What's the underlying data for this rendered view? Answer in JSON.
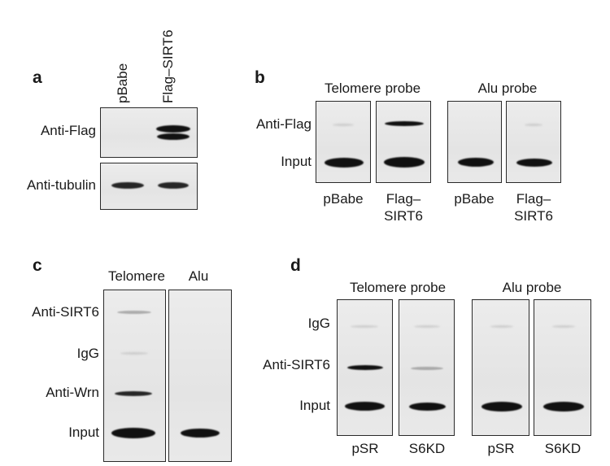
{
  "panel_a": {
    "letter": "a",
    "lanes": [
      "pBabe",
      "Flag–SIRT6"
    ],
    "rows": [
      "Anti-Flag",
      "Anti-tubulin"
    ]
  },
  "panel_b": {
    "letter": "b",
    "probes": [
      "Telomere probe",
      "Alu probe"
    ],
    "rows": [
      "Anti-Flag",
      "Input"
    ],
    "lanes": [
      {
        "line1": "pBabe",
        "line2": ""
      },
      {
        "line1": "Flag–",
        "line2": "SIRT6"
      },
      {
        "line1": "pBabe",
        "line2": ""
      },
      {
        "line1": "Flag–",
        "line2": "SIRT6"
      }
    ]
  },
  "panel_c": {
    "letter": "c",
    "columns": [
      "Telomere",
      "Alu"
    ],
    "rows": [
      "Anti-SIRT6",
      "IgG",
      "Anti-Wrn",
      "Input"
    ]
  },
  "panel_d": {
    "letter": "d",
    "probes": [
      "Telomere probe",
      "Alu probe"
    ],
    "rows": [
      "IgG",
      "Anti-SIRT6",
      "Input"
    ],
    "lanes": [
      "pSR",
      "S6KD",
      "pSR",
      "S6KD"
    ]
  }
}
